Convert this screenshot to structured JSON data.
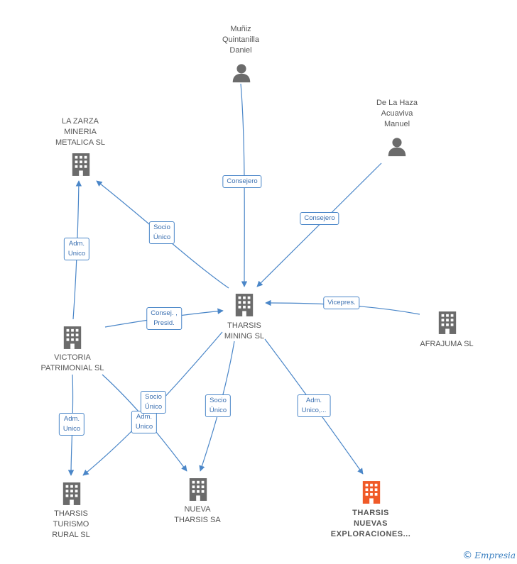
{
  "colors": {
    "edge": "#4a86c8",
    "icon": "#6b6b6b",
    "highlight": "#f05a28"
  },
  "nodes": {
    "munoz": {
      "label": "Muñiz\nQuintanilla\nDaniel",
      "icon": "person-icon"
    },
    "dlh": {
      "label": "De La Haza\nAcuaviva\nManuel",
      "icon": "person-icon"
    },
    "zarza": {
      "label": "LA ZARZA\nMINERIA\nMETALICA  SL",
      "icon": "building-icon"
    },
    "tharsis_mining": {
      "label": "THARSIS\nMINING  SL",
      "icon": "building-icon"
    },
    "afrajuma": {
      "label": "AFRAJUMA SL",
      "icon": "building-icon"
    },
    "victoria": {
      "label": "VICTORIA\nPATRIMONIAL SL",
      "icon": "building-icon"
    },
    "turismo": {
      "label": "THARSIS\nTURISMO\nRURAL  SL",
      "icon": "building-icon"
    },
    "nueva": {
      "label": "NUEVA\nTHARSIS SA",
      "icon": "building-icon"
    },
    "exploraciones": {
      "label": "THARSIS\nNUEVAS\nEXPLORACIONES...",
      "icon": "building-icon"
    }
  },
  "edges": {
    "munoz_mining": "Consejero",
    "dlh_mining": "Consejero",
    "mining_zarza": "Socio\nÚnico",
    "victoria_zarza": "Adm.\nUnico",
    "victoria_mining": "Consej. ,\nPresid.",
    "afrajuma_mining": "Vicepres.",
    "victoria_turismo": "Adm.\nUnico",
    "mining_turismo": "Socio\nÚnico",
    "victoria_nueva": "Adm.\nUnico",
    "mining_nueva": "Socio\nÚnico",
    "mining_exploraciones": "Adm.\nUnico,..."
  },
  "brand": {
    "copyright": "©",
    "name": "Empresia"
  }
}
